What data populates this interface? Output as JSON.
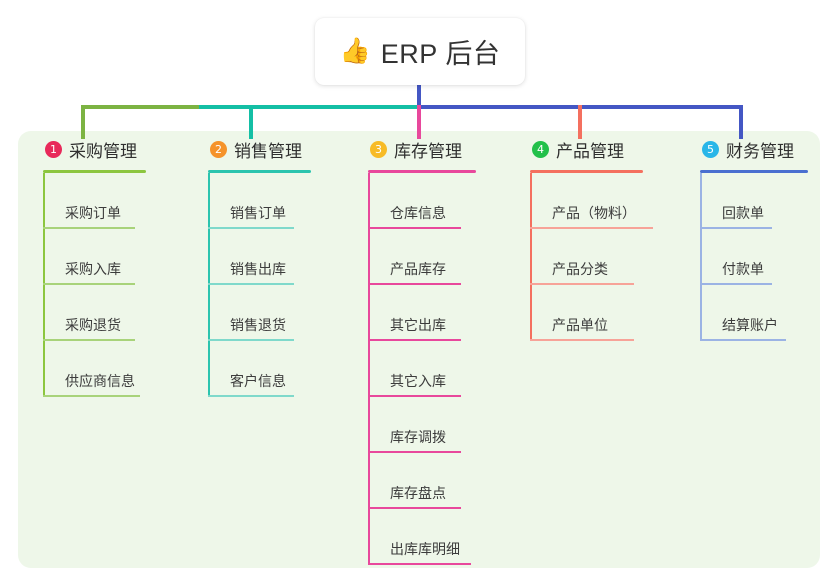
{
  "root": {
    "icon": "thumbs-up-icon",
    "emoji": "👍",
    "title": "ERP 后台"
  },
  "palette": {
    "panel_bg": "#eef7e9",
    "page_bg": "#ffffff",
    "green": "#7cb342",
    "teal": "#14bfa5",
    "pink": "#e84a9a",
    "salmon": "#f4705f",
    "blue": "#4457c4",
    "badge1": "#e8295a",
    "badge2": "#f5932a",
    "badge3": "#f7bb26",
    "badge4": "#22c04a",
    "badge5": "#29b6e8",
    "rule_green": "#8cc63f",
    "rule_teal": "#2bc4ae",
    "rule_pink": "#e8489c",
    "rule_salmon": "#f4705f",
    "rule_blue": "#4a6fd0"
  },
  "columns": [
    {
      "index": "1",
      "title": "采购管理",
      "badge_color": "#e8295a",
      "rule_color": "#8cc63f",
      "leaf_color": "#a8d37a",
      "spine_color": "#8cc63f",
      "items": [
        {
          "label": "采购订单"
        },
        {
          "label": "采购入库"
        },
        {
          "label": "采购退货"
        },
        {
          "label": "供应商信息"
        }
      ]
    },
    {
      "index": "2",
      "title": "销售管理",
      "badge_color": "#f5932a",
      "rule_color": "#2bc4ae",
      "leaf_color": "#7fd9cb",
      "spine_color": "#2bc4ae",
      "items": [
        {
          "label": "销售订单"
        },
        {
          "label": "销售出库"
        },
        {
          "label": "销售退货"
        },
        {
          "label": "客户信息"
        }
      ]
    },
    {
      "index": "3",
      "title": "库存管理",
      "badge_color": "#f7bb26",
      "rule_color": "#e8489c",
      "leaf_color": "#e8489c",
      "spine_color": "#e8489c",
      "items": [
        {
          "label": "仓库信息"
        },
        {
          "label": "产品库存"
        },
        {
          "label": "其它出库"
        },
        {
          "label": "其它入库"
        },
        {
          "label": "库存调拨"
        },
        {
          "label": "库存盘点"
        },
        {
          "label": "出库库明细"
        }
      ]
    },
    {
      "index": "4",
      "title": "产品管理",
      "badge_color": "#22c04a",
      "rule_color": "#f4705f",
      "leaf_color": "#f7a398",
      "spine_color": "#f4705f",
      "items": [
        {
          "label": "产品（物料）"
        },
        {
          "label": "产品分类"
        },
        {
          "label": "产品单位"
        }
      ]
    },
    {
      "index": "5",
      "title": "财务管理",
      "badge_color": "#29b6e8",
      "rule_color": "#4a6fd0",
      "leaf_color": "#9bb3e4",
      "spine_color": "#9bb3e4",
      "items": [
        {
          "label": "回款单"
        },
        {
          "label": "付款单"
        },
        {
          "label": "结算账户"
        }
      ]
    }
  ]
}
